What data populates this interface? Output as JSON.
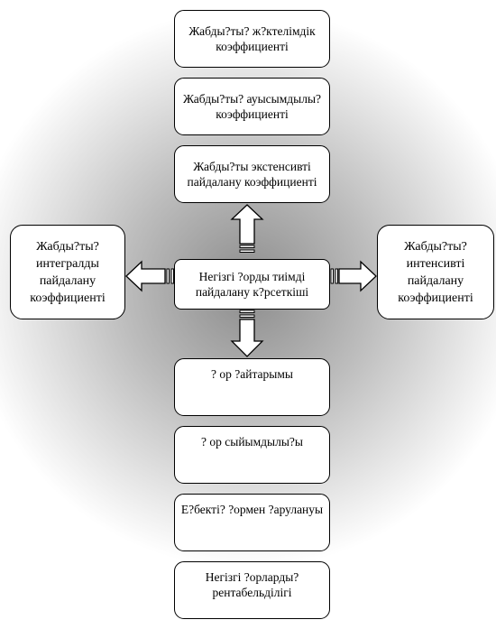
{
  "boxes": {
    "center": "Негізгі ?орды тиімді пайдалану к?рсеткіші",
    "top1": "Жабды?ты? ж?ктелімдік коэффициенті",
    "top2": "Жабды?ты? ауысымдылы? коэффициенті",
    "top3": "Жабды?ты экстенсивті пайдалану коэффициенті",
    "left": "Жабды?ты? интегралды пайдалану коэффициенті",
    "right": "Жабды?ты? интенсивті пайдалану коэффициенті",
    "bottom1": "? ор ?айтарымы",
    "bottom2": "? ор сыйымдылы?ы",
    "bottom3": "Е?бекті?  ?ормен ?арулануы",
    "bottom4": "Негізгі ?орларды? рентабельділігі"
  },
  "colors": {
    "background_shadow": "#8c8c8c",
    "box_fill": "#ffffff",
    "stroke": "#000000"
  }
}
